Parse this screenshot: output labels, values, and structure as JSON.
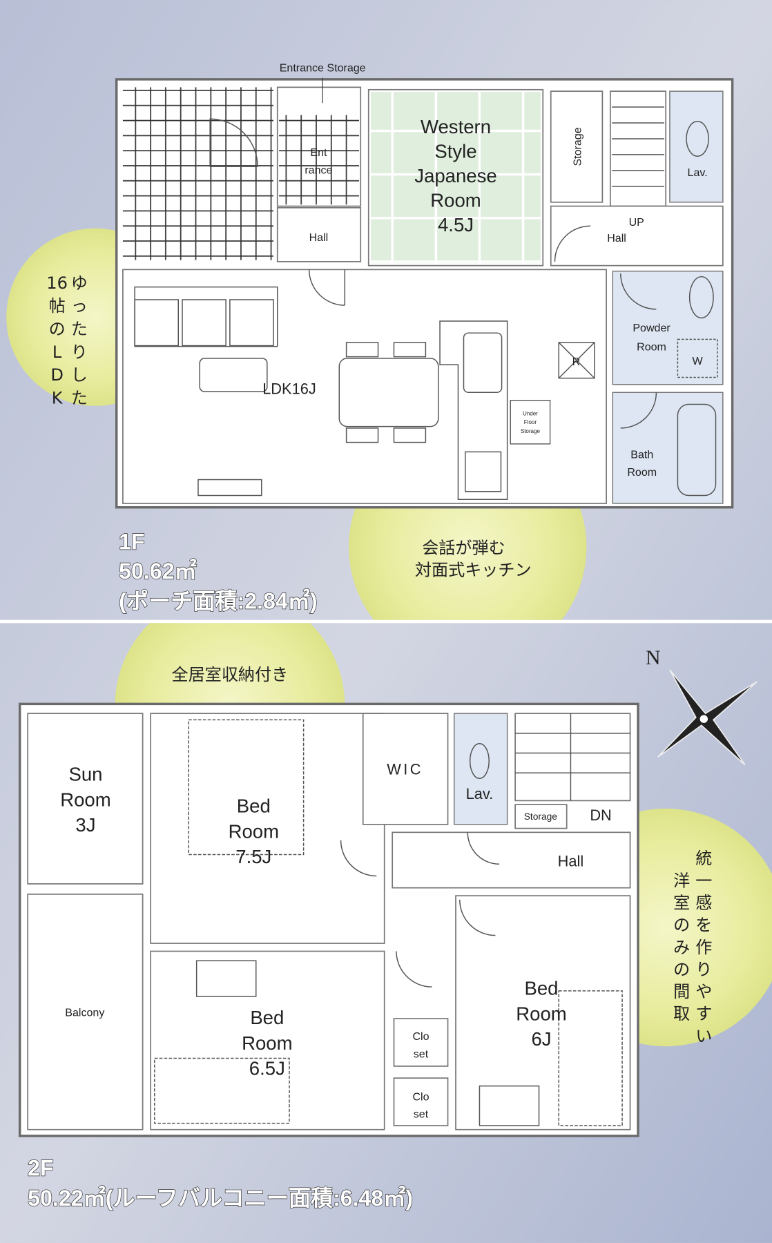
{
  "floor1": {
    "label": "1F",
    "area": "50.62㎡",
    "porch_area": "(ポーチ面積:2.84㎡)",
    "rooms": {
      "entrance_storage": "Entrance Storage",
      "entrance_1": "Ent",
      "entrance_2": "rance",
      "hall": "Hall",
      "japanese_1": "Western",
      "japanese_2": "Style",
      "japanese_3": "Japanese",
      "japanese_4": "Room",
      "japanese_5": "4.5J",
      "storage": "Storage",
      "lav": "Lav.",
      "up": "UP",
      "hall2": "Hall",
      "powder_1": "Powder",
      "powder_2": "Room",
      "washer": "W",
      "refrigerator": "R",
      "ldk": "LDK16J",
      "underfloor_1": "Under",
      "underfloor_2": "Floor",
      "underfloor_3": "Storage",
      "bath_1": "Bath",
      "bath_2": "Room"
    },
    "callout_ldk": [
      "16",
      "帖",
      "の",
      "L",
      "D",
      "K",
      "ゆ",
      "っ",
      "た",
      "り",
      "し",
      "た"
    ],
    "callout_kitchen_1": "会話が弾む",
    "callout_kitchen_2": "対面式キッチン"
  },
  "floor2": {
    "label": "2F",
    "area": "50.22㎡(ルーフバルコニー面積:6.48㎡)",
    "rooms": {
      "sun_1": "Sun",
      "sun_2": "Room",
      "sun_3": "3J",
      "balcony": "Balcony",
      "bed75_1": "Bed",
      "bed75_2": "Room",
      "bed75_3": "7.5J",
      "wic": "WIC",
      "lav": "Lav.",
      "storage": "Storage",
      "dn": "DN",
      "hall": "Hall",
      "bed65_1": "Bed",
      "bed65_2": "Room",
      "bed65_3": "6.5J",
      "closet_a_1": "Clo",
      "closet_a_2": "set",
      "closet_b_1": "Clo",
      "closet_b_2": "set",
      "bed6_1": "Bed",
      "bed6_2": "Room",
      "bed6_3": "6J"
    },
    "callout_storage": "全居室収納付き",
    "callout_unified": [
      "統",
      "一",
      "感",
      "を",
      "作",
      "り",
      "や",
      "す",
      "い",
      "洋",
      "室",
      "の",
      "み",
      "の",
      "間",
      "取"
    ],
    "compass_north": "N"
  },
  "colors": {
    "background": "#c3c9dc",
    "highlight": "#e6eb9c",
    "wall": "#6a6a6a"
  }
}
